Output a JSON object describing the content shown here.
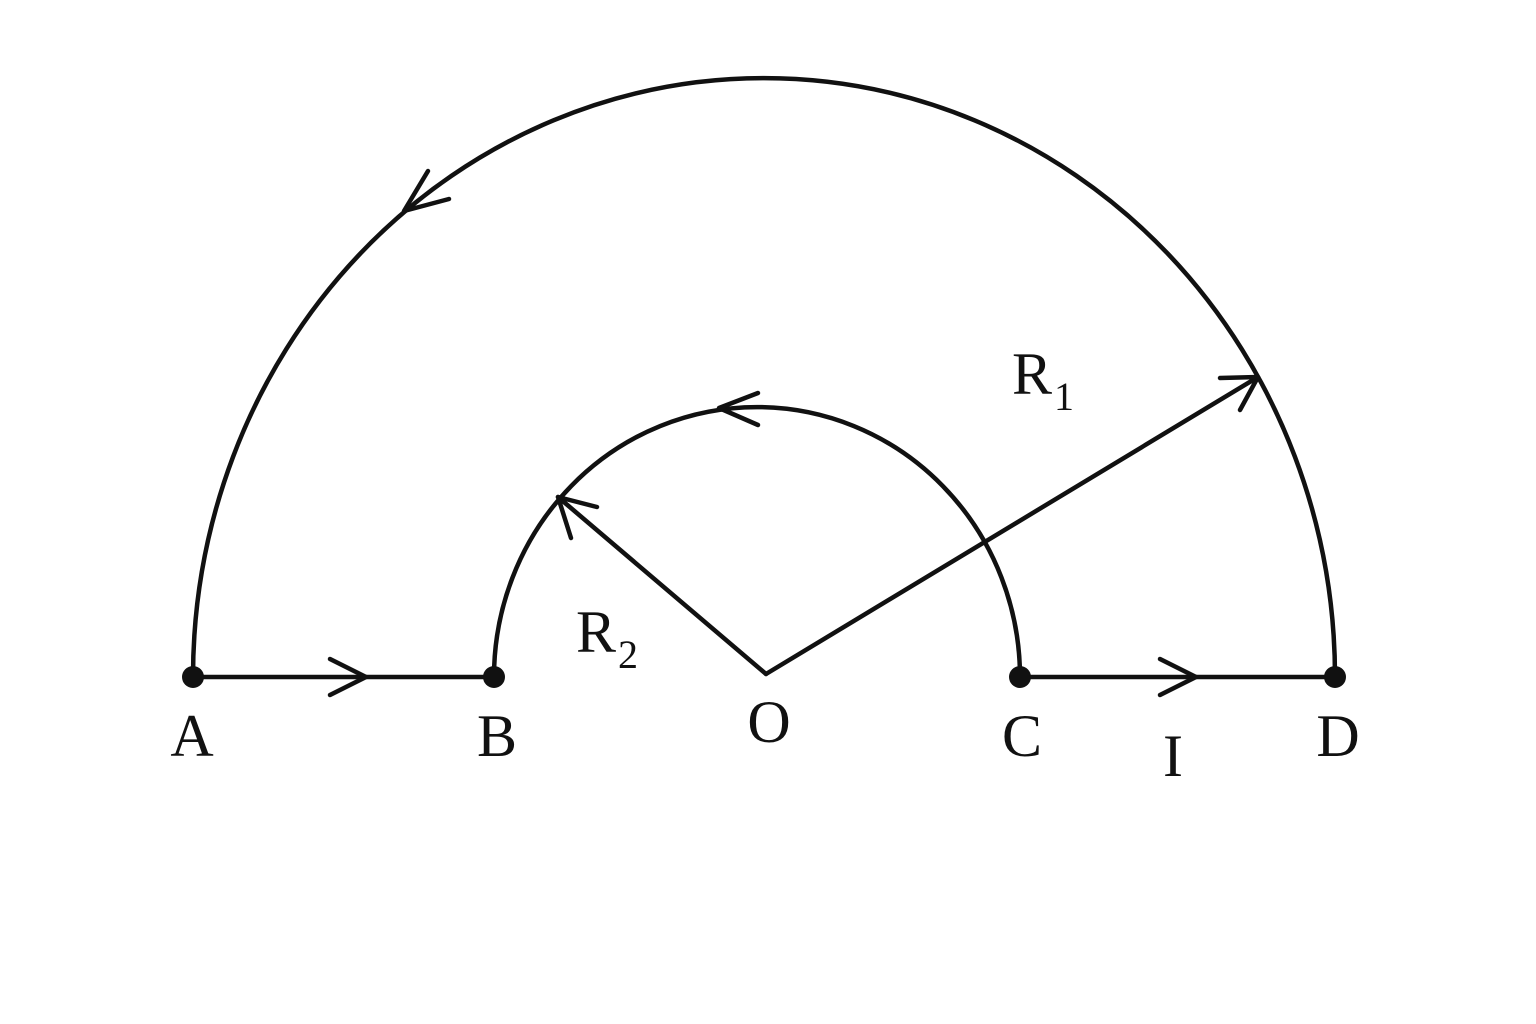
{
  "points": {
    "A": "A",
    "B": "B",
    "O": "O",
    "C": "C",
    "D": "D"
  },
  "radius_outer": {
    "main": "R",
    "sub": "1"
  },
  "radius_inner": {
    "main": "R",
    "sub": "2"
  },
  "current_label": "I",
  "colors": {
    "ink": "#111111",
    "background": "#ffffff"
  }
}
